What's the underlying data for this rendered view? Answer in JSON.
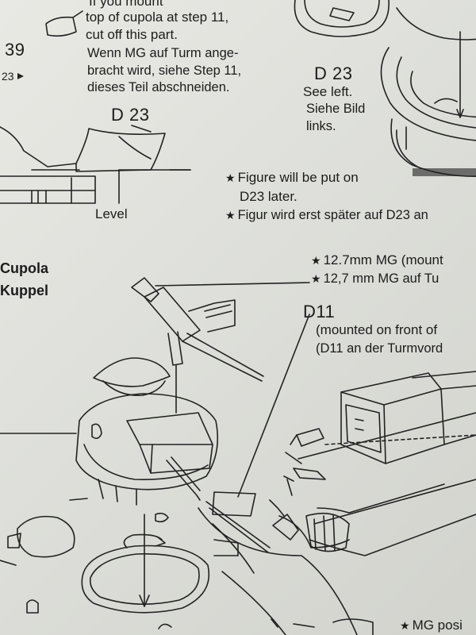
{
  "note_top": {
    "line0": "If you mount",
    "line1": "top of cupola at step 11,",
    "line2": "cut off this part.",
    "line3": "Wenn MG auf Turm ange-",
    "line4": "bracht wird, siehe Step 11,",
    "line5": "dieses Teil abschneiden."
  },
  "part_39": "39",
  "part_23_small": "23",
  "d23_left": "D 23",
  "level": "Level",
  "d23_right": {
    "label": "D 23",
    "line1": "See left.",
    "line2": "Siehe Bild",
    "line3": "links."
  },
  "figure_note": {
    "line1": "Figure will be put on",
    "line2": "D23 later.",
    "line3": "Figur wird erst später auf D23 an"
  },
  "cupola": {
    "en": "Cupola",
    "de": "Kuppel"
  },
  "mg_note": {
    "en": "12.7mm MG (mount",
    "de": "12,7 mm MG auf Tu"
  },
  "d11": {
    "label": "D11",
    "en": "(mounted on front of",
    "de": "(D11 an der Turmvord"
  },
  "mg_pos": "MG posi"
}
